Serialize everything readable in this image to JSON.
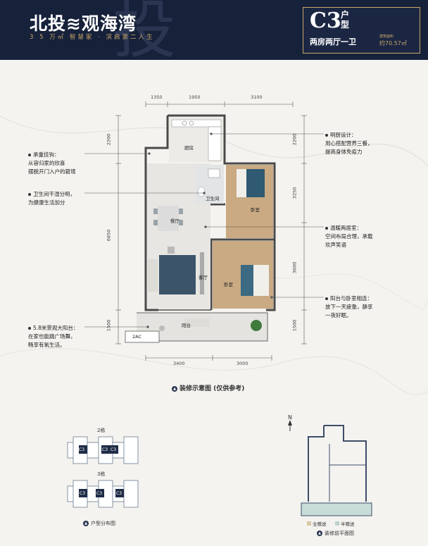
{
  "header": {
    "brand": "北投≋观海湾",
    "slogan": "3 5 万㎡ 智慧家 · 滨启第二人生",
    "unit_code": "C3",
    "unit_suffix": "户型",
    "layout": "两房两厅一卫",
    "area_label": "建筑面积",
    "area_value": "约70.57㎡"
  },
  "dimensions": {
    "top": [
      "1350",
      "1950",
      "3100"
    ],
    "bottom": [
      "3400",
      "3000"
    ],
    "left": [
      "2200",
      "6850",
      "1500"
    ],
    "right": [
      "2200",
      "3250",
      "3600",
      "1500"
    ]
  },
  "rooms": {
    "kitchen": "厨房",
    "bathroom": "卫生间",
    "bedroom1": "卧室",
    "bedroom2": "卧室",
    "dining": "餐厅",
    "living": "客厅",
    "balcony": "阳台",
    "ac": "2AC"
  },
  "annotations_left": [
    {
      "title": "承重挂钩：",
      "lines": [
        "从容归家的欣喜",
        "摆脱开门入户的窘境"
      ]
    },
    {
      "title": "卫生间干湿分明，",
      "lines": [
        "为健康生活加分"
      ]
    },
    {
      "title": "5.8米景观大阳台：",
      "lines": [
        "在家也能跳广场舞，",
        "畅享有氧生活。"
      ]
    }
  ],
  "annotations_right": [
    {
      "title": "明厨设计：",
      "lines": [
        "用心搭配营养三餐，",
        "提高身体免疫力"
      ]
    },
    {
      "title": "温暖两居室：",
      "lines": [
        "空间布局合理，承载",
        "欢声笑语"
      ]
    },
    {
      "title": "阳台与卧室相连：",
      "lines": [
        "放下一天疲惫，静享",
        "一夜好眠。"
      ]
    }
  ],
  "caption": "装修示意图 (仅供参考)",
  "distribution": {
    "building1": "2栋",
    "building2": "3栋",
    "unit": "C3",
    "caption": "户型分布图"
  },
  "blank_plan": {
    "north": "N",
    "legend_full": "全赠送",
    "legend_half": "半赠送",
    "caption": "装修前平面图"
  }
}
